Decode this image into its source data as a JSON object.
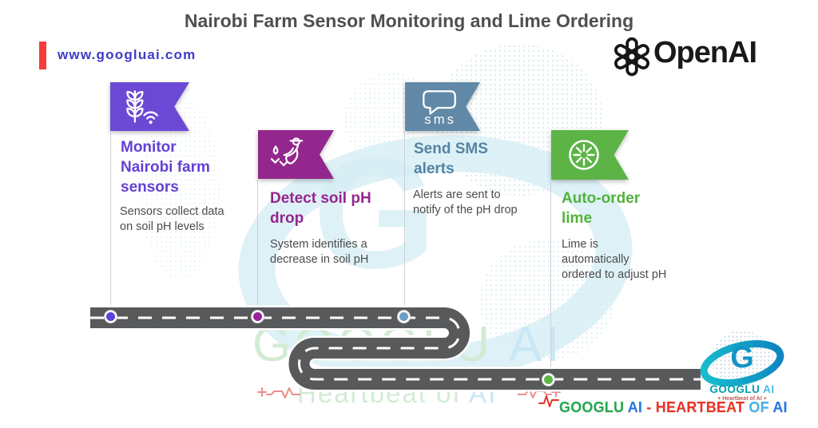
{
  "title": "Nairobi Farm Sensor Monitoring and Lime Ordering",
  "header": {
    "website_url": "www.googluai.com",
    "accent_bar_color": "#f63b3b",
    "url_color": "#3d3cc6",
    "openai_logo_text": "OpenAI",
    "openai_icon": "openai-knot-icon"
  },
  "steps": [
    {
      "heading": "Monitor\nNairobi farm\nsensors",
      "body": "Sensors collect data\non soil pH levels",
      "flag_color": "#6c49d5",
      "heading_color": "#6440d4",
      "dot_color": "#5b45d8",
      "icon": "wheat-wifi-icon"
    },
    {
      "heading": "Detect soil pH\ndrop",
      "body": "System identifies a\ndecrease in soil pH",
      "flag_color": "#93278d",
      "heading_color": "#96258f",
      "dot_color": "#992299",
      "icon": "farmer-planting-icon"
    },
    {
      "heading": "Send SMS\nalerts",
      "body": "Alerts are sent to\nnotify of the pH drop",
      "flag_color": "#6189a7",
      "heading_color": "#5683a3",
      "dot_color": "#6d9cc4",
      "icon": "sms-bubble-icon",
      "icon_label": "sms"
    },
    {
      "heading": "Auto-order\nlime",
      "body": "Lime is\nautomatically\nordered to adjust pH",
      "flag_color": "#5cb446",
      "heading_color": "#52b23c",
      "dot_color": "#5cb544",
      "icon": "lime-slice-icon"
    }
  ],
  "road": {
    "color": "#58595b",
    "dash_color": "#ffffff"
  },
  "watermark": {
    "brand_part1": "GOOGLU ",
    "brand_part2": "AI",
    "tagline_part1": "Heartbeat of ",
    "tagline_part2": "AI",
    "green_color": "#d3ebd5",
    "blue_color": "#c9e7f5",
    "ekg_icon": "heartbeat-pulse-icon"
  },
  "footer_logo": {
    "g_letter": "G",
    "name_part1": "GOOGLU ",
    "name_part2": "AI",
    "name_color1": "#009fae",
    "name_color2": "#4cb9e9",
    "tagline": "+ Heartbeat of AI +"
  },
  "footer_tagline": {
    "segments": [
      {
        "text": "GOOGLU ",
        "color": "#1faa4e"
      },
      {
        "text": "AI ",
        "color": "#2277e8"
      },
      {
        "text": "- HEARTBEAT ",
        "color": "#ee3124"
      },
      {
        "text": "OF ",
        "color": "#45b3ea"
      },
      {
        "text": "AI",
        "color": "#2277e8"
      }
    ]
  }
}
